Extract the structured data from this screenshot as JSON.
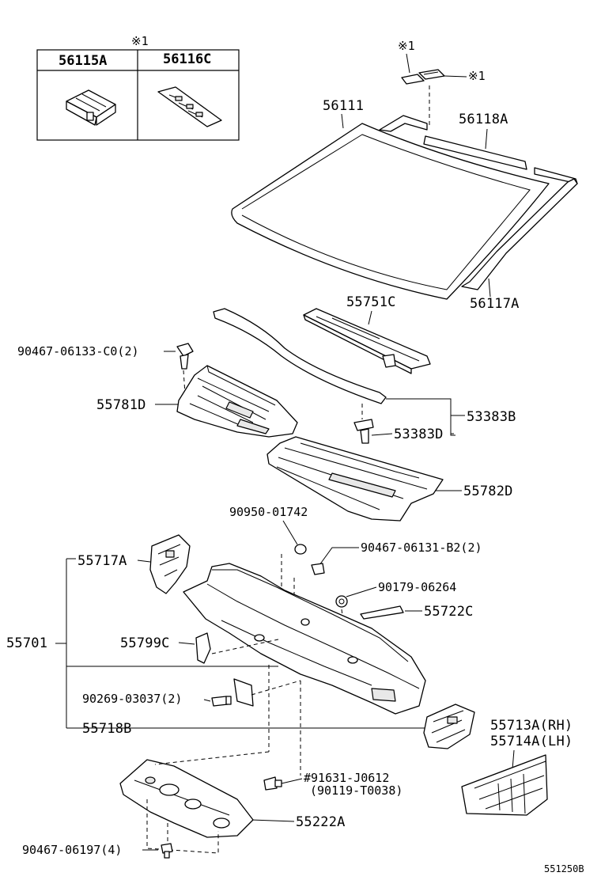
{
  "inset": {
    "note": "※1",
    "headers": [
      "56115A",
      "56116C"
    ]
  },
  "labels": {
    "note_top_a": "※1",
    "note_top_b": "※1",
    "p56111": "56111",
    "p56118A": "56118A",
    "p56117A": "56117A",
    "p55751C": "55751C",
    "p90467_06133": "90467-06133-C0(2)",
    "p55781D": "55781D",
    "p53383B": "53383B",
    "p53383D": "53383D",
    "p55782D": "55782D",
    "p90950": "90950-01742",
    "p90467_06131": "90467-06131-B2(2)",
    "p55717A": "55717A",
    "p90179": "90179-06264",
    "p55722C": "55722C",
    "p55701": "55701",
    "p55799C": "55799C",
    "p90269": "90269-03037(2)",
    "p55718B": "55718B",
    "p55713A": "55713A(RH)",
    "p55714A": "55714A(LH)",
    "p91631": "#91631-J0612",
    "p90119": "(90119-T0038)",
    "p55222A": "55222A",
    "p90467_06197": "90467-06197(4)",
    "diagram_id": "551250B"
  }
}
